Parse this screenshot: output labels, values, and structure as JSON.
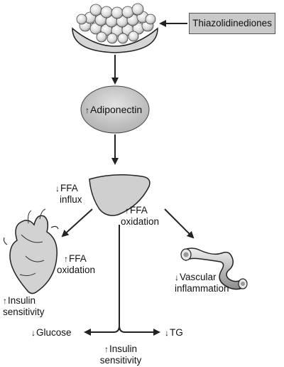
{
  "drug": {
    "label": "Thiazolidinediones"
  },
  "adiponectin": {
    "arrow": "↑",
    "label": "Adiponectin"
  },
  "liver": {
    "ffa_influx": {
      "arrow": "↓",
      "line1": "FFA",
      "line2": "influx"
    },
    "ffa_oxidation": {
      "arrow": "↑",
      "line1": "FFA",
      "line2": "oxidation"
    }
  },
  "heart": {
    "ffa_oxidation": {
      "arrow": "↑",
      "line1": "FFA",
      "line2": "oxidation"
    },
    "insulin_sensitivity": {
      "arrow": "↑",
      "line1": "Insulin",
      "line2": "sensitivity"
    }
  },
  "vessel": {
    "arrow": "↓",
    "line1": "Vascular",
    "line2": "inflammation"
  },
  "systemic": {
    "glucose": {
      "arrow": "↓",
      "label": "Glucose"
    },
    "tg": {
      "arrow": "↓",
      "label": "TG"
    },
    "insulin_sensitivity": {
      "arrow": "↑",
      "line1": "Insulin",
      "line2": "sensitivity"
    }
  },
  "colors": {
    "ellipse_fill": "#c8c8c8",
    "organ_fill": "#cfcfcf",
    "stroke": "#222222",
    "box_fill": "#c9c9c9"
  }
}
